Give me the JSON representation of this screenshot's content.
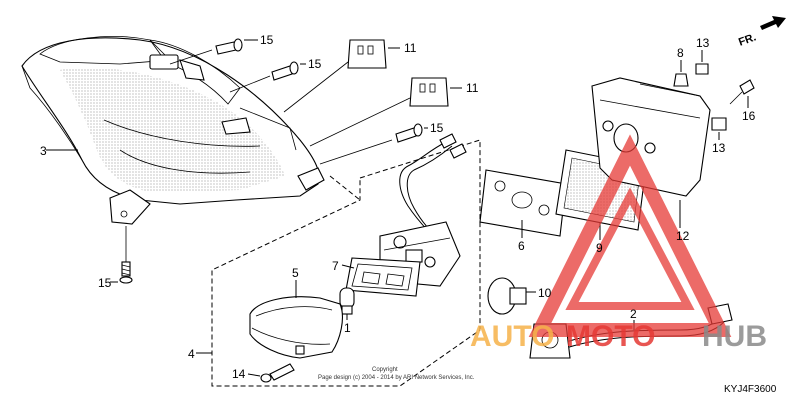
{
  "diagram": {
    "labels": {
      "l1": "1",
      "l2": "2",
      "l3": "3",
      "l4": "4",
      "l5": "5",
      "l6": "6",
      "l7": "7",
      "l8": "8",
      "l9": "9",
      "l10": "10",
      "l11a": "11",
      "l11b": "11",
      "l12": "12",
      "l13a": "13",
      "l13b": "13",
      "l14": "14",
      "l15a": "15",
      "l15b": "15",
      "l15c": "15",
      "l15d": "15",
      "l16": "16"
    },
    "direction_label": "FR.",
    "copyright_line1": "Copyright",
    "copyright_line2": "Page design (c) 2004 - 2014 by ARI Network Services, Inc.",
    "diagram_code": "KYJ4F3600",
    "watermark": {
      "part1": "AUTO",
      "part2": "MOTO",
      "part3": "HUB"
    }
  },
  "colors": {
    "watermark_red": "#e53935",
    "watermark_orange": "#f6b24a",
    "watermark_gray": "#8a8a8a"
  }
}
